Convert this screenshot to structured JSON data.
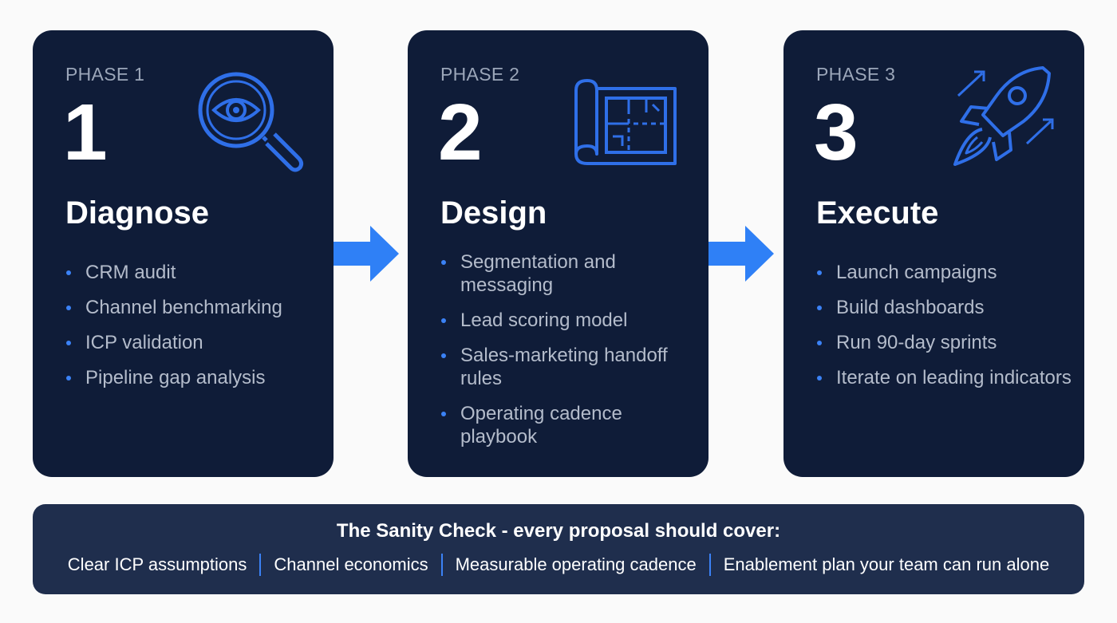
{
  "colors": {
    "background": "#fafafa",
    "card": "#0f1c38",
    "accent": "#3b82f6",
    "banner": "#1f2e4d",
    "muted_text": "#b4bccb"
  },
  "phases": [
    {
      "label": "PHASE 1",
      "number": "1",
      "title": "Diagnose",
      "icon": "magnifier-eye-icon",
      "items": [
        "CRM audit",
        "Channel benchmarking",
        "ICP validation",
        "Pipeline gap analysis"
      ]
    },
    {
      "label": "PHASE 2",
      "number": "2",
      "title": "Design",
      "icon": "blueprint-icon",
      "items": [
        "Segmentation and messaging",
        "Lead scoring model",
        "Sales-marketing handoff rules",
        "Operating cadence playbook"
      ]
    },
    {
      "label": "PHASE 3",
      "number": "3",
      "title": "Execute",
      "icon": "rocket-icon",
      "items": [
        "Launch campaigns",
        "Build dashboards",
        "Run 90-day sprints",
        "Iterate on leading indicators"
      ]
    }
  ],
  "connectors": [
    "arrow-right-icon",
    "arrow-right-icon"
  ],
  "sanity_check": {
    "title": "The Sanity Check - every proposal should cover:",
    "items": [
      "Clear ICP assumptions",
      "Channel economics",
      "Measurable operating cadence",
      "Enablement plan your team can run alone"
    ]
  }
}
